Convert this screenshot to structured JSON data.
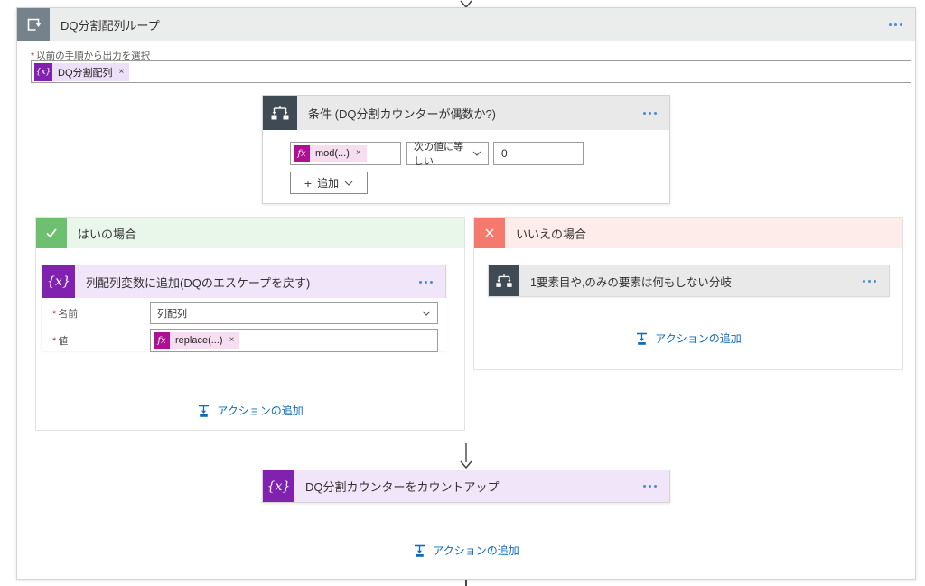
{
  "ui": {
    "required": "*",
    "remove": "×",
    "plus": "+",
    "var_glyph": "{x}",
    "fx_glyph": "fx"
  },
  "loop": {
    "title": "DQ分割配列ループ",
    "output_label": "以前の手順から出力を選択",
    "token": "DQ分割配列"
  },
  "condition": {
    "title": "条件 (DQ分割カウンターが偶数か?)",
    "expression": "mod(...)",
    "operator": "次の値に等しい",
    "value": "0",
    "add_label": "追加"
  },
  "yes_branch": {
    "title": "はいの場合",
    "action": {
      "title": "列配列変数に追加(DQのエスケープを戻す)",
      "name_label": "名前",
      "name_value": "列配列",
      "value_label": "値",
      "value_expression": "replace(...)"
    },
    "add_action_label": "アクションの追加"
  },
  "no_branch": {
    "title": "いいえの場合",
    "action_title": "1要素目や,のみの要素は何もしない分岐",
    "add_action_label": "アクションの追加"
  },
  "counter_action_title": "DQ分割カウンターをカウントアップ",
  "bottom_add_action_label": "アクションの追加",
  "colors": {
    "accent_blue": "#0f6cbd",
    "variable_purple": "#8021af",
    "expression_magenta": "#ad1192",
    "success_green": "#6cc070",
    "failure_red": "#f47a6d",
    "control_dark": "#3e4a54",
    "loop_gray": "#75828c"
  }
}
